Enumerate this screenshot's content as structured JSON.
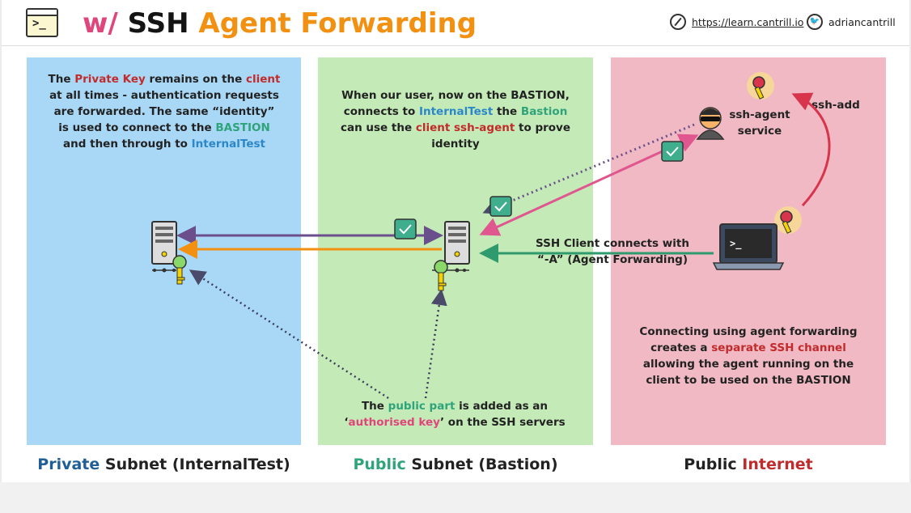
{
  "header": {
    "title_part1": "w/",
    "title_part2": " SSH ",
    "title_part3": "Agent Forwarding",
    "link_url": "https://learn.cantrill.io",
    "twitter_handle": "adriancantrill"
  },
  "private_panel": {
    "text": {
      "s1": "The ",
      "s2": "Private Key",
      "s3": " remains on the ",
      "s4": "client",
      "s5": " at all times - authentication requests are forwarded. The same “identity” is used to connect to the ",
      "s6": "BASTION",
      "s7": " and then through to ",
      "s8": "InternalTest"
    },
    "label_a": "Private",
    "label_b": " Subnet (InternalTest)"
  },
  "public_panel": {
    "top_text": {
      "s1": "When our user, now on the BASTION, connects to ",
      "s2": "InternalTest",
      "s3": " the ",
      "s4": "Bastion",
      "s5": " can use the ",
      "s6": "client ssh-agent",
      "s7": " to prove identity"
    },
    "bottom_text": {
      "s1": "The ",
      "s2": "public part",
      "s3": " is added as an ‘",
      "s4": "authorised key",
      "s5": "’ on the SSH servers"
    },
    "label_a": "Public",
    "label_b": " Subnet (Bastion)"
  },
  "internet_panel": {
    "agent_label": "ssh-agent service",
    "ssh_add_label": "ssh-add",
    "client_connect_line1": "SSH Client connects with",
    "client_connect_line2": "“-A” (Agent Forwarding)",
    "bottom_text": {
      "s1": "Connecting using agent forwarding creates a ",
      "s2": "separate SSH channel",
      "s3": " allowing the agent running on the client to be used on the BASTION"
    },
    "label_a": "Public ",
    "label_b": "Internet"
  },
  "colors": {
    "private_bg": "#a9d8f7",
    "public_bg": "#c4ebb7",
    "internet_bg": "#f0b9c3",
    "arrow_purple": "#6a4f8c",
    "arrow_orange": "#f29111",
    "arrow_green": "#2f9a6e",
    "arrow_pink": "#e0568f",
    "arrow_red": "#d8344c"
  }
}
